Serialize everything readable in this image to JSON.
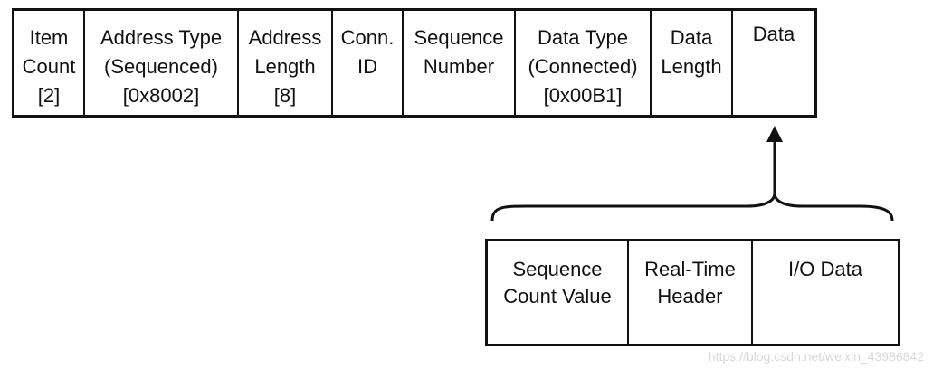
{
  "top_fields": [
    {
      "lines": [
        "Item",
        "Count",
        "[2]"
      ]
    },
    {
      "lines": [
        "Address Type",
        "(Sequenced)",
        "[0x8002]"
      ]
    },
    {
      "lines": [
        "Address",
        "Length",
        "[8]"
      ]
    },
    {
      "lines": [
        "Conn.",
        "ID"
      ]
    },
    {
      "lines": [
        "Sequence",
        "Number"
      ]
    },
    {
      "lines": [
        "Data Type",
        "(Connected)",
        "[0x00B1]"
      ]
    },
    {
      "lines": [
        "Data",
        "Length"
      ]
    },
    {
      "lines": [
        "Data"
      ]
    }
  ],
  "bottom_fields": [
    {
      "lines": [
        "Sequence",
        "Count Value"
      ]
    },
    {
      "lines": [
        "Real-Time",
        "Header"
      ]
    },
    {
      "lines": [
        "I/O Data"
      ]
    }
  ],
  "watermark": "https://blog.csdn.net/weixin_43986842"
}
